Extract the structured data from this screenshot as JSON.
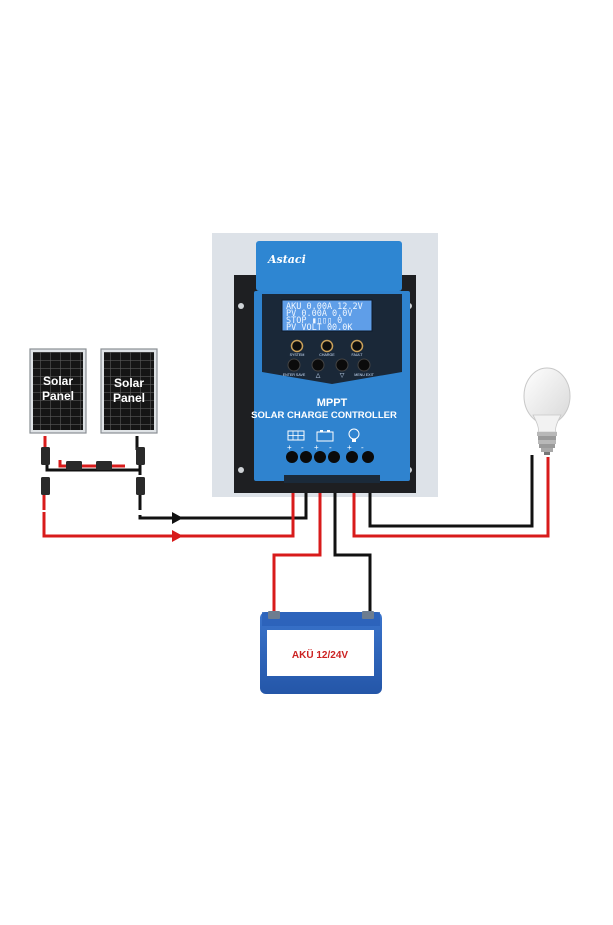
{
  "panels": [
    {
      "line1": "Solar",
      "line2": "Panel"
    },
    {
      "line1": "Solar",
      "line2": "Panel"
    }
  ],
  "controller": {
    "brand": "Astaci",
    "title": "MPPT",
    "subtitle": "SOLAR CHARGE CONTROLLER",
    "lcd_lines": [
      "AKU  0.00A 12.2V",
      "PV   0.00A  0.0V",
      "STOP  ▮▯▯▯   0",
      "PV VOLT 00.0K"
    ],
    "top_buttons": [
      "SYSTEM",
      "CHARGE",
      "FAULT"
    ],
    "bottom_buttons": [
      "ENTER SAVE",
      "△",
      "▽",
      "MENU EXIT"
    ],
    "polarity": [
      "+",
      "-",
      "+",
      "-",
      "+",
      "-"
    ]
  },
  "battery": {
    "label": "AKÜ 12/24V"
  },
  "colors": {
    "positive_wire": "#d81b1b",
    "negative_wire": "#111111",
    "controller_blue": "#2f86d4",
    "panel_cell": "#141414"
  }
}
